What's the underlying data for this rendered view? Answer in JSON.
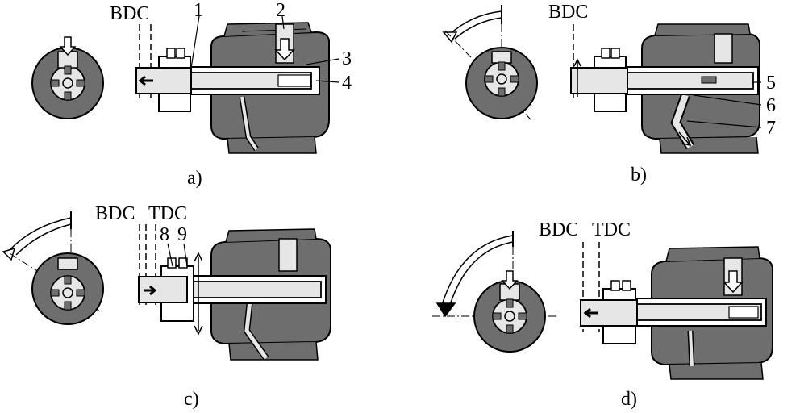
{
  "colors": {
    "housing": "#6e6e6e",
    "light_fill": "#e6e6e6",
    "outline": "#000000",
    "background": "#ffffff"
  },
  "panels": [
    {
      "id": "a",
      "caption": "a)",
      "dead_center_labels": [
        "BDC"
      ],
      "part_numbers": [
        "1",
        "2",
        "3",
        "4"
      ]
    },
    {
      "id": "b",
      "caption": "b)",
      "dead_center_labels": [
        "BDC"
      ],
      "part_numbers": [
        "5",
        "6",
        "7"
      ]
    },
    {
      "id": "c",
      "caption": "c)",
      "dead_center_labels": [
        "BDC",
        "TDC"
      ],
      "part_numbers": [
        "8",
        "9"
      ]
    },
    {
      "id": "d",
      "caption": "d)",
      "dead_center_labels": [
        "BDC",
        "TDC"
      ],
      "part_numbers": []
    }
  ]
}
